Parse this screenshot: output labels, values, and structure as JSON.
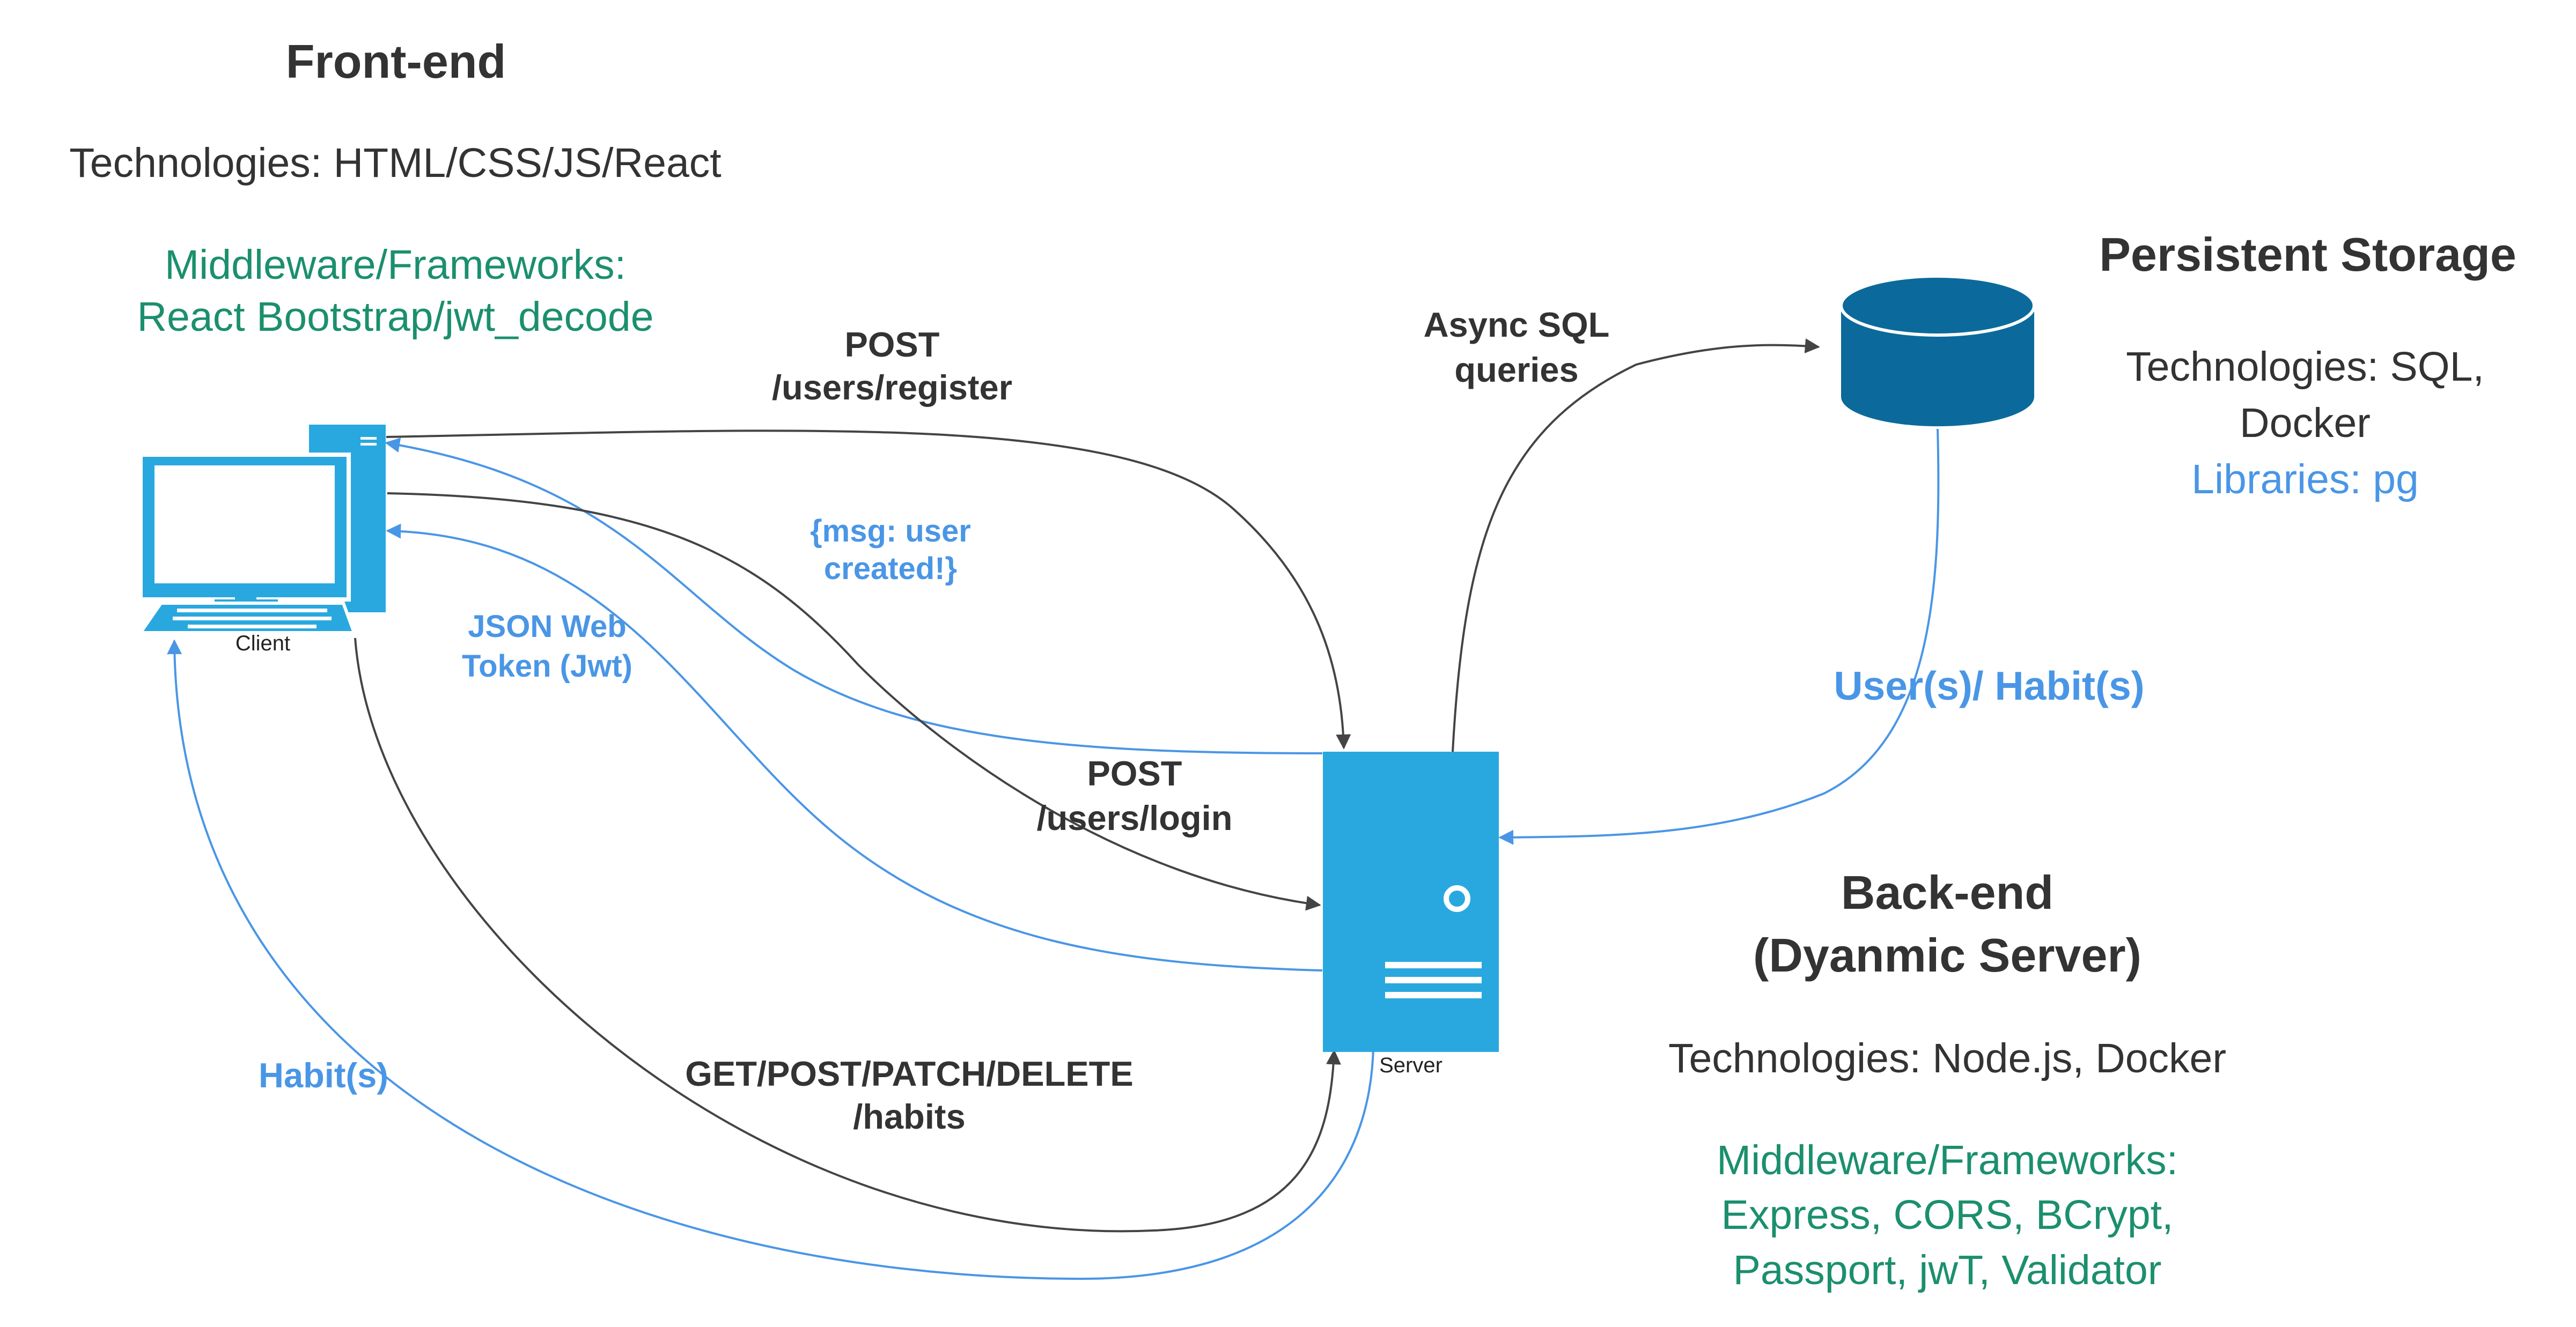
{
  "frontend": {
    "title": "Front-end",
    "technologies": "Technologies: HTML/CSS/JS/React",
    "middleware_label": "Middleware/Frameworks:",
    "middleware_value": "React Bootstrap/jwt_decode"
  },
  "storage": {
    "title": "Persistent Storage",
    "technologies_line1": "Technologies:  SQL,",
    "technologies_line2": "Docker",
    "libraries": "Libraries: pg"
  },
  "backend": {
    "title_line1": "Back-end",
    "title_line2": "(Dyanmic Server)",
    "technologies": "Technologies:  Node.js, Docker",
    "middleware_line1": "Middleware/Frameworks:",
    "middleware_line2": "Express, CORS, BCrypt,",
    "middleware_line3": "Passport, jwT, Validator"
  },
  "nodes": {
    "client_label": "Client",
    "server_label": "Server"
  },
  "edges": {
    "register_line1": "POST",
    "register_line2": "/users/register",
    "msg_line1": "{msg: user",
    "msg_line2": "created!}",
    "jwt_line1": "JSON Web",
    "jwt_line2": "Token (Jwt)",
    "login_line1": "POST",
    "login_line2": "/users/login",
    "habits_req_line1": "GET/POST/PATCH/DELETE",
    "habits_req_line2": "/habits",
    "habits_resp": "Habit(s)",
    "sql_line1": "Async SQL",
    "sql_line2": "queries",
    "db_resp": "User(s)/ Habit(s)"
  },
  "colors": {
    "node_blue": "#29a8e0",
    "db_blue": "#0b6a9b",
    "edge_dark": "#444444",
    "edge_blue": "#4a96e6",
    "text_green": "#1b8f6e"
  }
}
